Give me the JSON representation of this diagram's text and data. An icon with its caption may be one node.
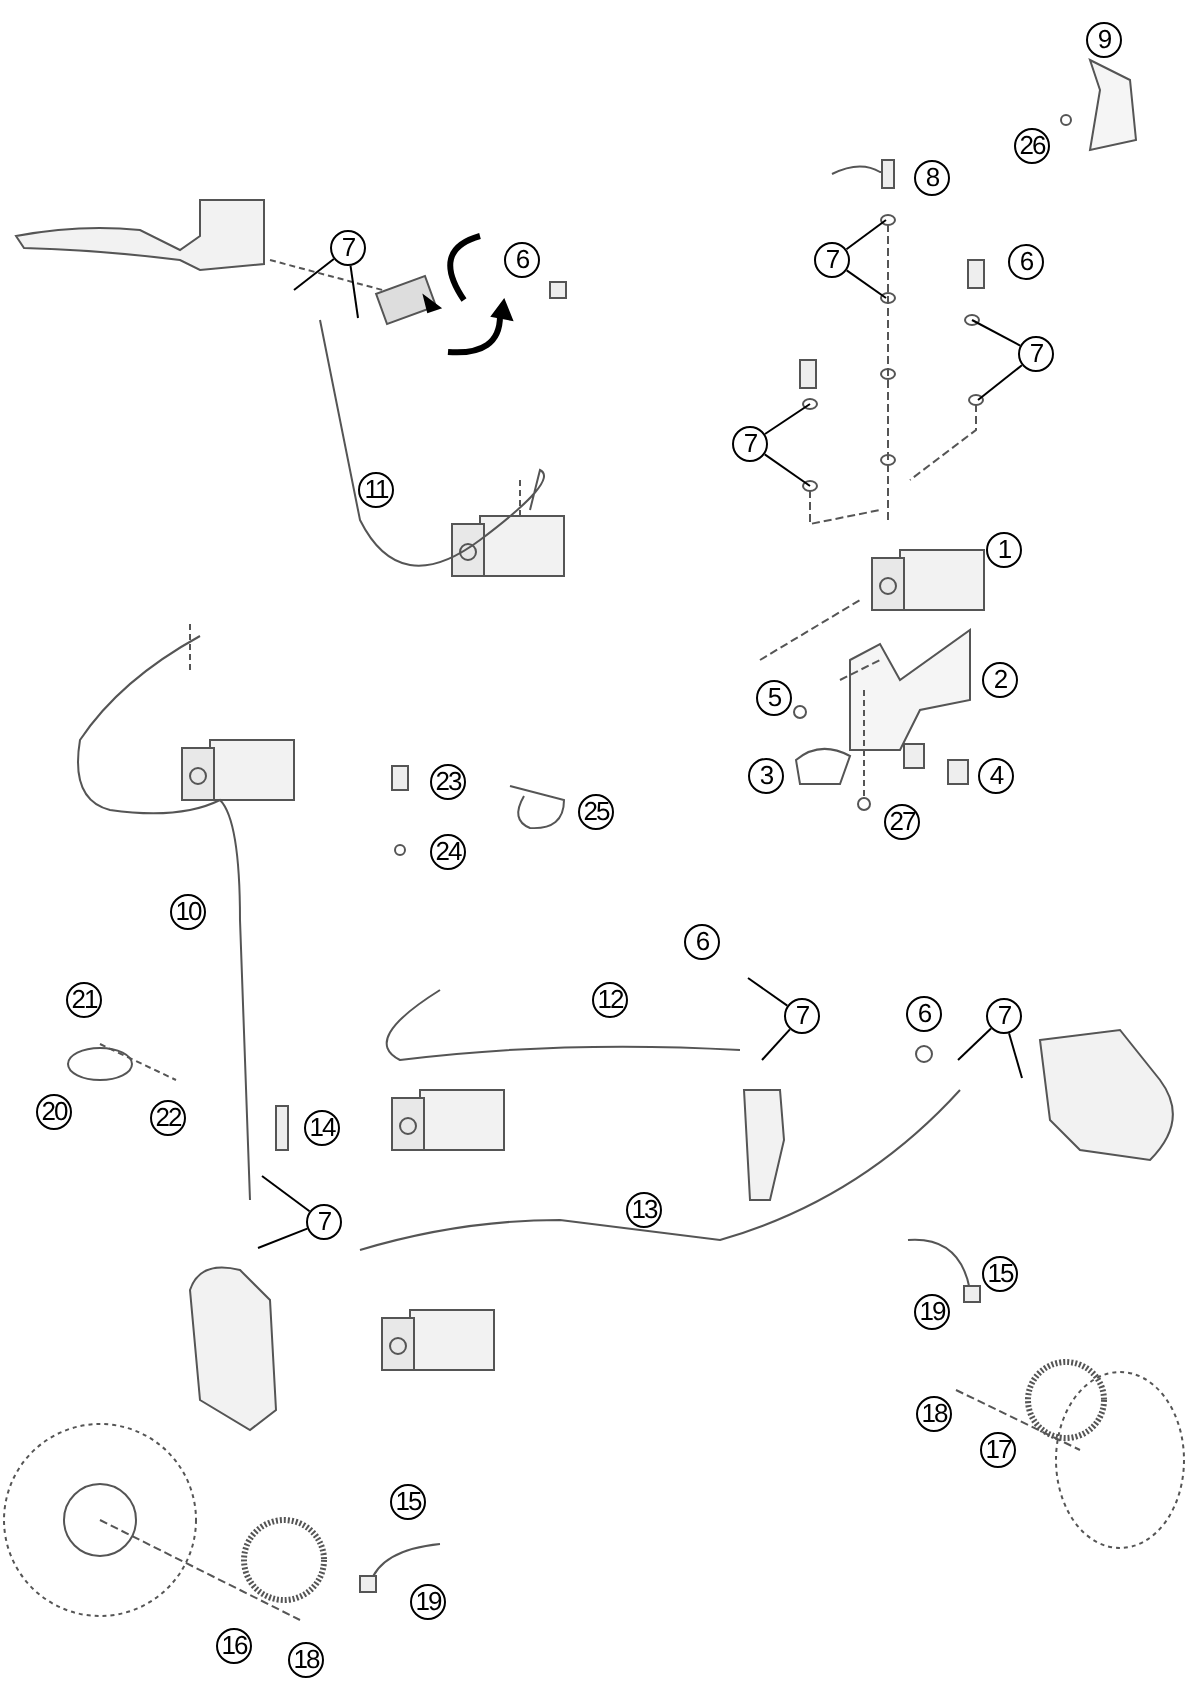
{
  "diagram": {
    "nodes": [
      {
        "text": [
          "9"
        ]
      },
      {
        "text": [
          "26"
        ]
      },
      {
        "text": [
          "8"
        ]
      },
      {
        "text": [
          "7"
        ]
      },
      {
        "text": [
          "6"
        ]
      },
      {
        "text": [
          "7"
        ]
      },
      {
        "text": [
          "6"
        ]
      },
      {
        "text": [
          "7"
        ]
      },
      {
        "text": [
          "7"
        ]
      },
      {
        "text": [
          "11"
        ]
      },
      {
        "text": [
          "1"
        ]
      },
      {
        "text": [
          "5"
        ]
      },
      {
        "text": [
          "2"
        ]
      },
      {
        "text": [
          "23"
        ]
      },
      {
        "text": [
          "3"
        ]
      },
      {
        "text": [
          "4"
        ]
      },
      {
        "text": [
          "25"
        ]
      },
      {
        "text": [
          "27"
        ]
      },
      {
        "text": [
          "24"
        ]
      },
      {
        "text": [
          "10"
        ]
      },
      {
        "text": [
          "6"
        ]
      },
      {
        "text": [
          "21"
        ]
      },
      {
        "text": [
          "12"
        ]
      },
      {
        "text": [
          "7"
        ]
      },
      {
        "text": [
          "6"
        ]
      },
      {
        "text": [
          "7"
        ]
      },
      {
        "text": [
          "20"
        ]
      },
      {
        "text": [
          "22"
        ]
      },
      {
        "text": [
          "14"
        ]
      },
      {
        "text": [
          "7"
        ]
      },
      {
        "text": [
          "13"
        ]
      },
      {
        "text": [
          "15"
        ]
      },
      {
        "text": [
          "19"
        ]
      },
      {
        "text": [
          "18"
        ]
      },
      {
        "text": [
          "17"
        ]
      },
      {
        "text": [
          "15"
        ]
      },
      {
        "text": [
          "19"
        ]
      },
      {
        "text": [
          "16"
        ]
      },
      {
        "text": [
          "18"
        ]
      }
    ],
    "edges": [
      {
        "from": 3,
        "to": null,
        "arrow": "none"
      },
      {
        "from": 3,
        "to": null,
        "arrow": "none"
      },
      {
        "from": 5,
        "to": null,
        "arrow": "none"
      },
      {
        "from": 5,
        "to": null,
        "arrow": "none"
      },
      {
        "from": 7,
        "to": null,
        "arrow": "none"
      },
      {
        "from": 7,
        "to": null,
        "arrow": "none"
      },
      {
        "from": 8,
        "to": null,
        "arrow": "none"
      },
      {
        "from": 8,
        "to": null,
        "arrow": "none"
      },
      {
        "from": 23,
        "to": null,
        "arrow": "none"
      },
      {
        "from": 23,
        "to": null,
        "arrow": "none"
      },
      {
        "from": 25,
        "to": null,
        "arrow": "none"
      },
      {
        "from": 25,
        "to": null,
        "arrow": "none"
      },
      {
        "from": 29,
        "to": null,
        "arrow": "none"
      },
      {
        "from": 29,
        "to": null,
        "arrow": "none"
      }
    ]
  }
}
